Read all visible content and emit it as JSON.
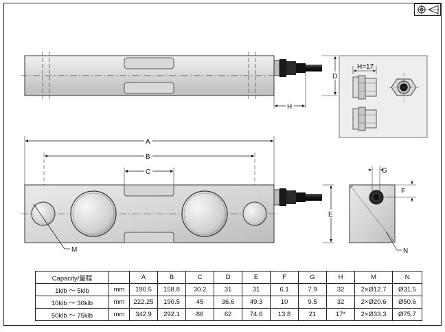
{
  "dimension_labels": {
    "A": "A",
    "B": "B",
    "C": "C",
    "D": "D",
    "E": "E",
    "F": "F",
    "G": "G",
    "H": "H",
    "M": "M",
    "N": "N",
    "inset_h": "H=17"
  },
  "table": {
    "headers": [
      "Capacity/量程",
      "",
      "A",
      "B",
      "C",
      "D",
      "E",
      "F",
      "G",
      "H",
      "M",
      "N"
    ],
    "rows": [
      [
        "1klb ～ 5klb",
        "mm",
        "190.5",
        "158.8",
        "30.2",
        "31",
        "31",
        "6.1",
        "7.9",
        "32",
        "2×Ø12.7",
        "Ø31.5"
      ],
      [
        "10klb ～ 30klb",
        "mm",
        "222.25",
        "190.5",
        "45",
        "36.6",
        "49.3",
        "10",
        "9.5",
        "32",
        "2×Ø20.6",
        "Ø50.6"
      ],
      [
        "50klb ～ 75klb",
        "mm",
        "342.9",
        "292.1",
        "86",
        "62",
        "74.6",
        "13.8",
        "21",
        "17*",
        "2×Ø33.3",
        "Ø75.7"
      ]
    ]
  },
  "colors": {
    "body_light": "#e4e4e4",
    "body_mid": "#c9c9c9",
    "cable": "#1a1a1a",
    "panel_bg": "#eeeeee"
  }
}
